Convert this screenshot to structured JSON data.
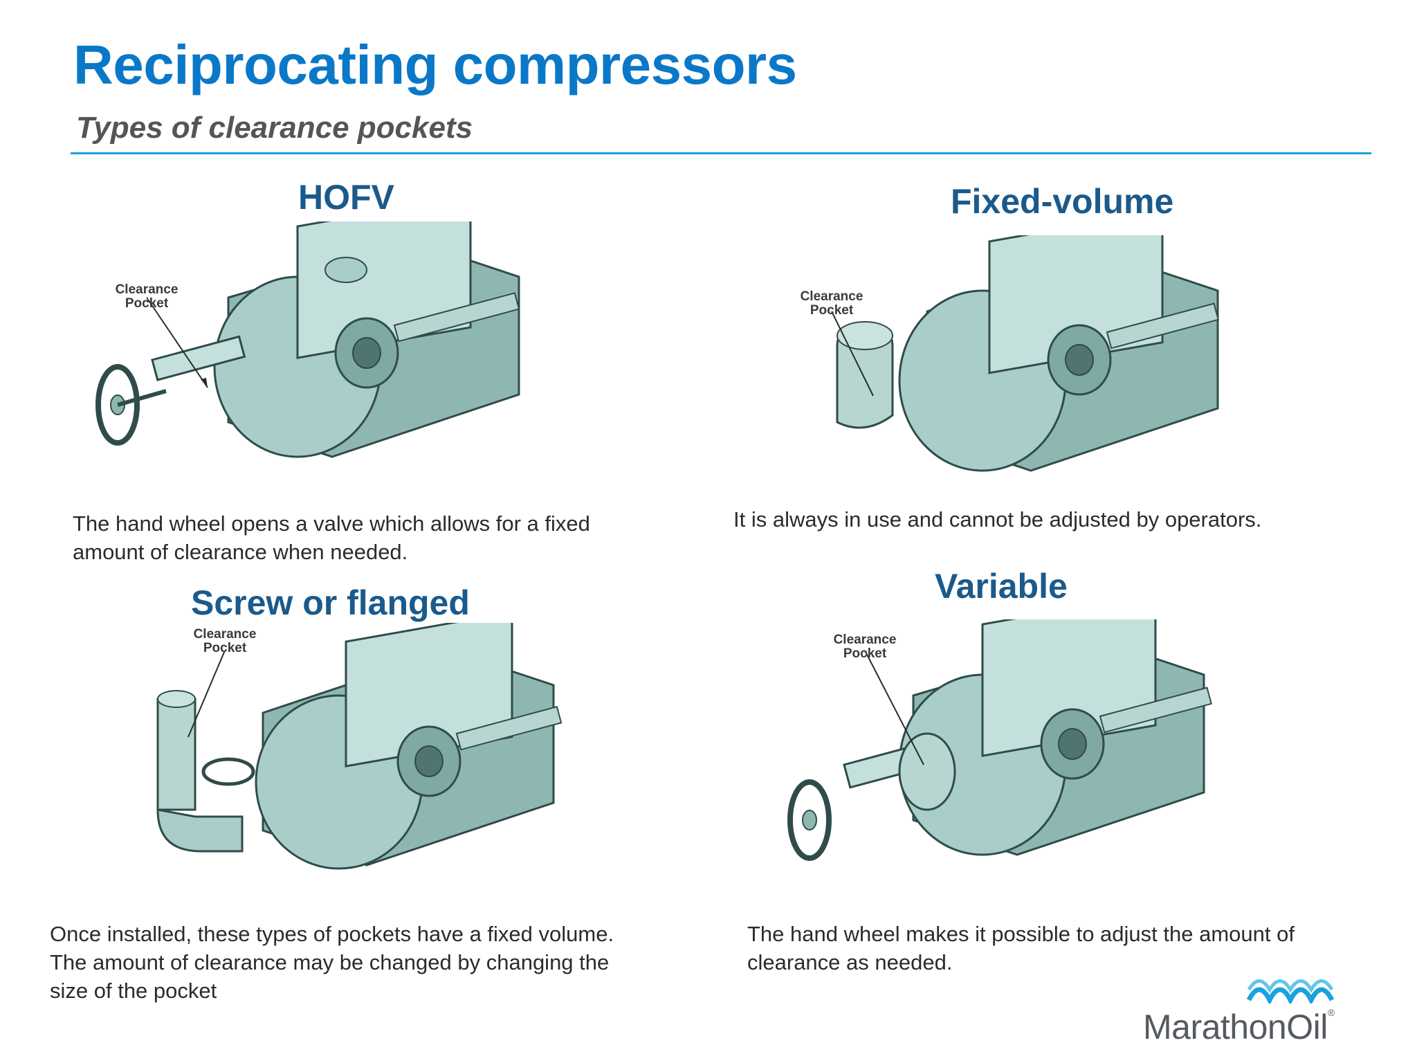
{
  "slide": {
    "title": "Reciprocating compressors",
    "subtitle": "Types of clearance pockets",
    "accent_color": "#0a78c8",
    "rule_color": "#1aa2dc",
    "heading_color": "#1a5a8c"
  },
  "panels": [
    {
      "heading": "HOFV",
      "callout": [
        "Clearance",
        "Pocket"
      ],
      "description": "The hand wheel opens a valve which allows for a fixed amount of clearance when needed."
    },
    {
      "heading": "Fixed-volume",
      "callout": [
        "Clearance",
        "Pocket"
      ],
      "description": "It is always in use and cannot be adjusted by operators."
    },
    {
      "heading": "Screw or flanged",
      "callout": [
        "Clearance",
        "Pocket"
      ],
      "description": "Once installed, these types of pockets have a fixed volume.  The amount of clearance may be changed by changing the size of the pocket"
    },
    {
      "heading": "Variable",
      "callout": [
        "Clearance",
        "Pocket"
      ],
      "description": "The hand wheel makes it possible to adjust the amount of clearance as needed."
    }
  ],
  "logo": {
    "wordmark": "MarathonOil",
    "registered": "®",
    "icon": "marathon-wave-icon"
  }
}
